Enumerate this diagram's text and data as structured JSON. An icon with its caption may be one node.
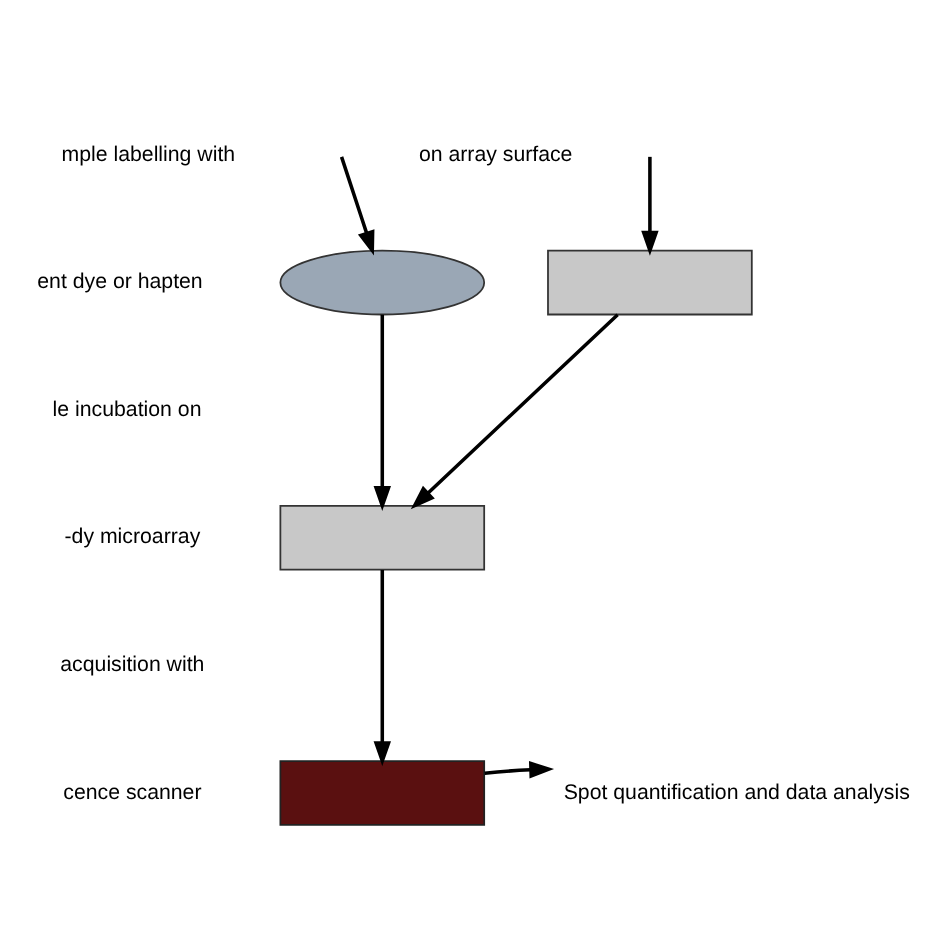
{
  "diagram": {
    "nodes": [
      {
        "text": [],
        "shape": "cloud"
      },
      {
        "text": [],
        "shape": "box"
      },
      {
        "text": [],
        "shape": "box"
      },
      {
        "text": [],
        "shape": "box"
      },
      {
        "text": [
          "Spot quantification and data analysis"
        ]
      }
    ],
    "edges": [
      {
        "from": null,
        "to": 0,
        "arrow": "to"
      },
      {
        "from": null,
        "to": 1,
        "arrow": "to"
      },
      {
        "from": 0,
        "to": 2,
        "arrow": "to"
      },
      {
        "from": 1,
        "to": 2,
        "arrow": "to"
      },
      {
        "from": 2,
        "to": 3,
        "arrow": "to"
      },
      {
        "from": 3,
        "to": 4,
        "arrow": "to"
      }
    ],
    "labels": [
      "mple labelling with",
      "ent dye or hapten",
      "on array surface",
      "le incubation on",
      "-dy microarray",
      "acquisition with",
      "cence scanner"
    ]
  }
}
